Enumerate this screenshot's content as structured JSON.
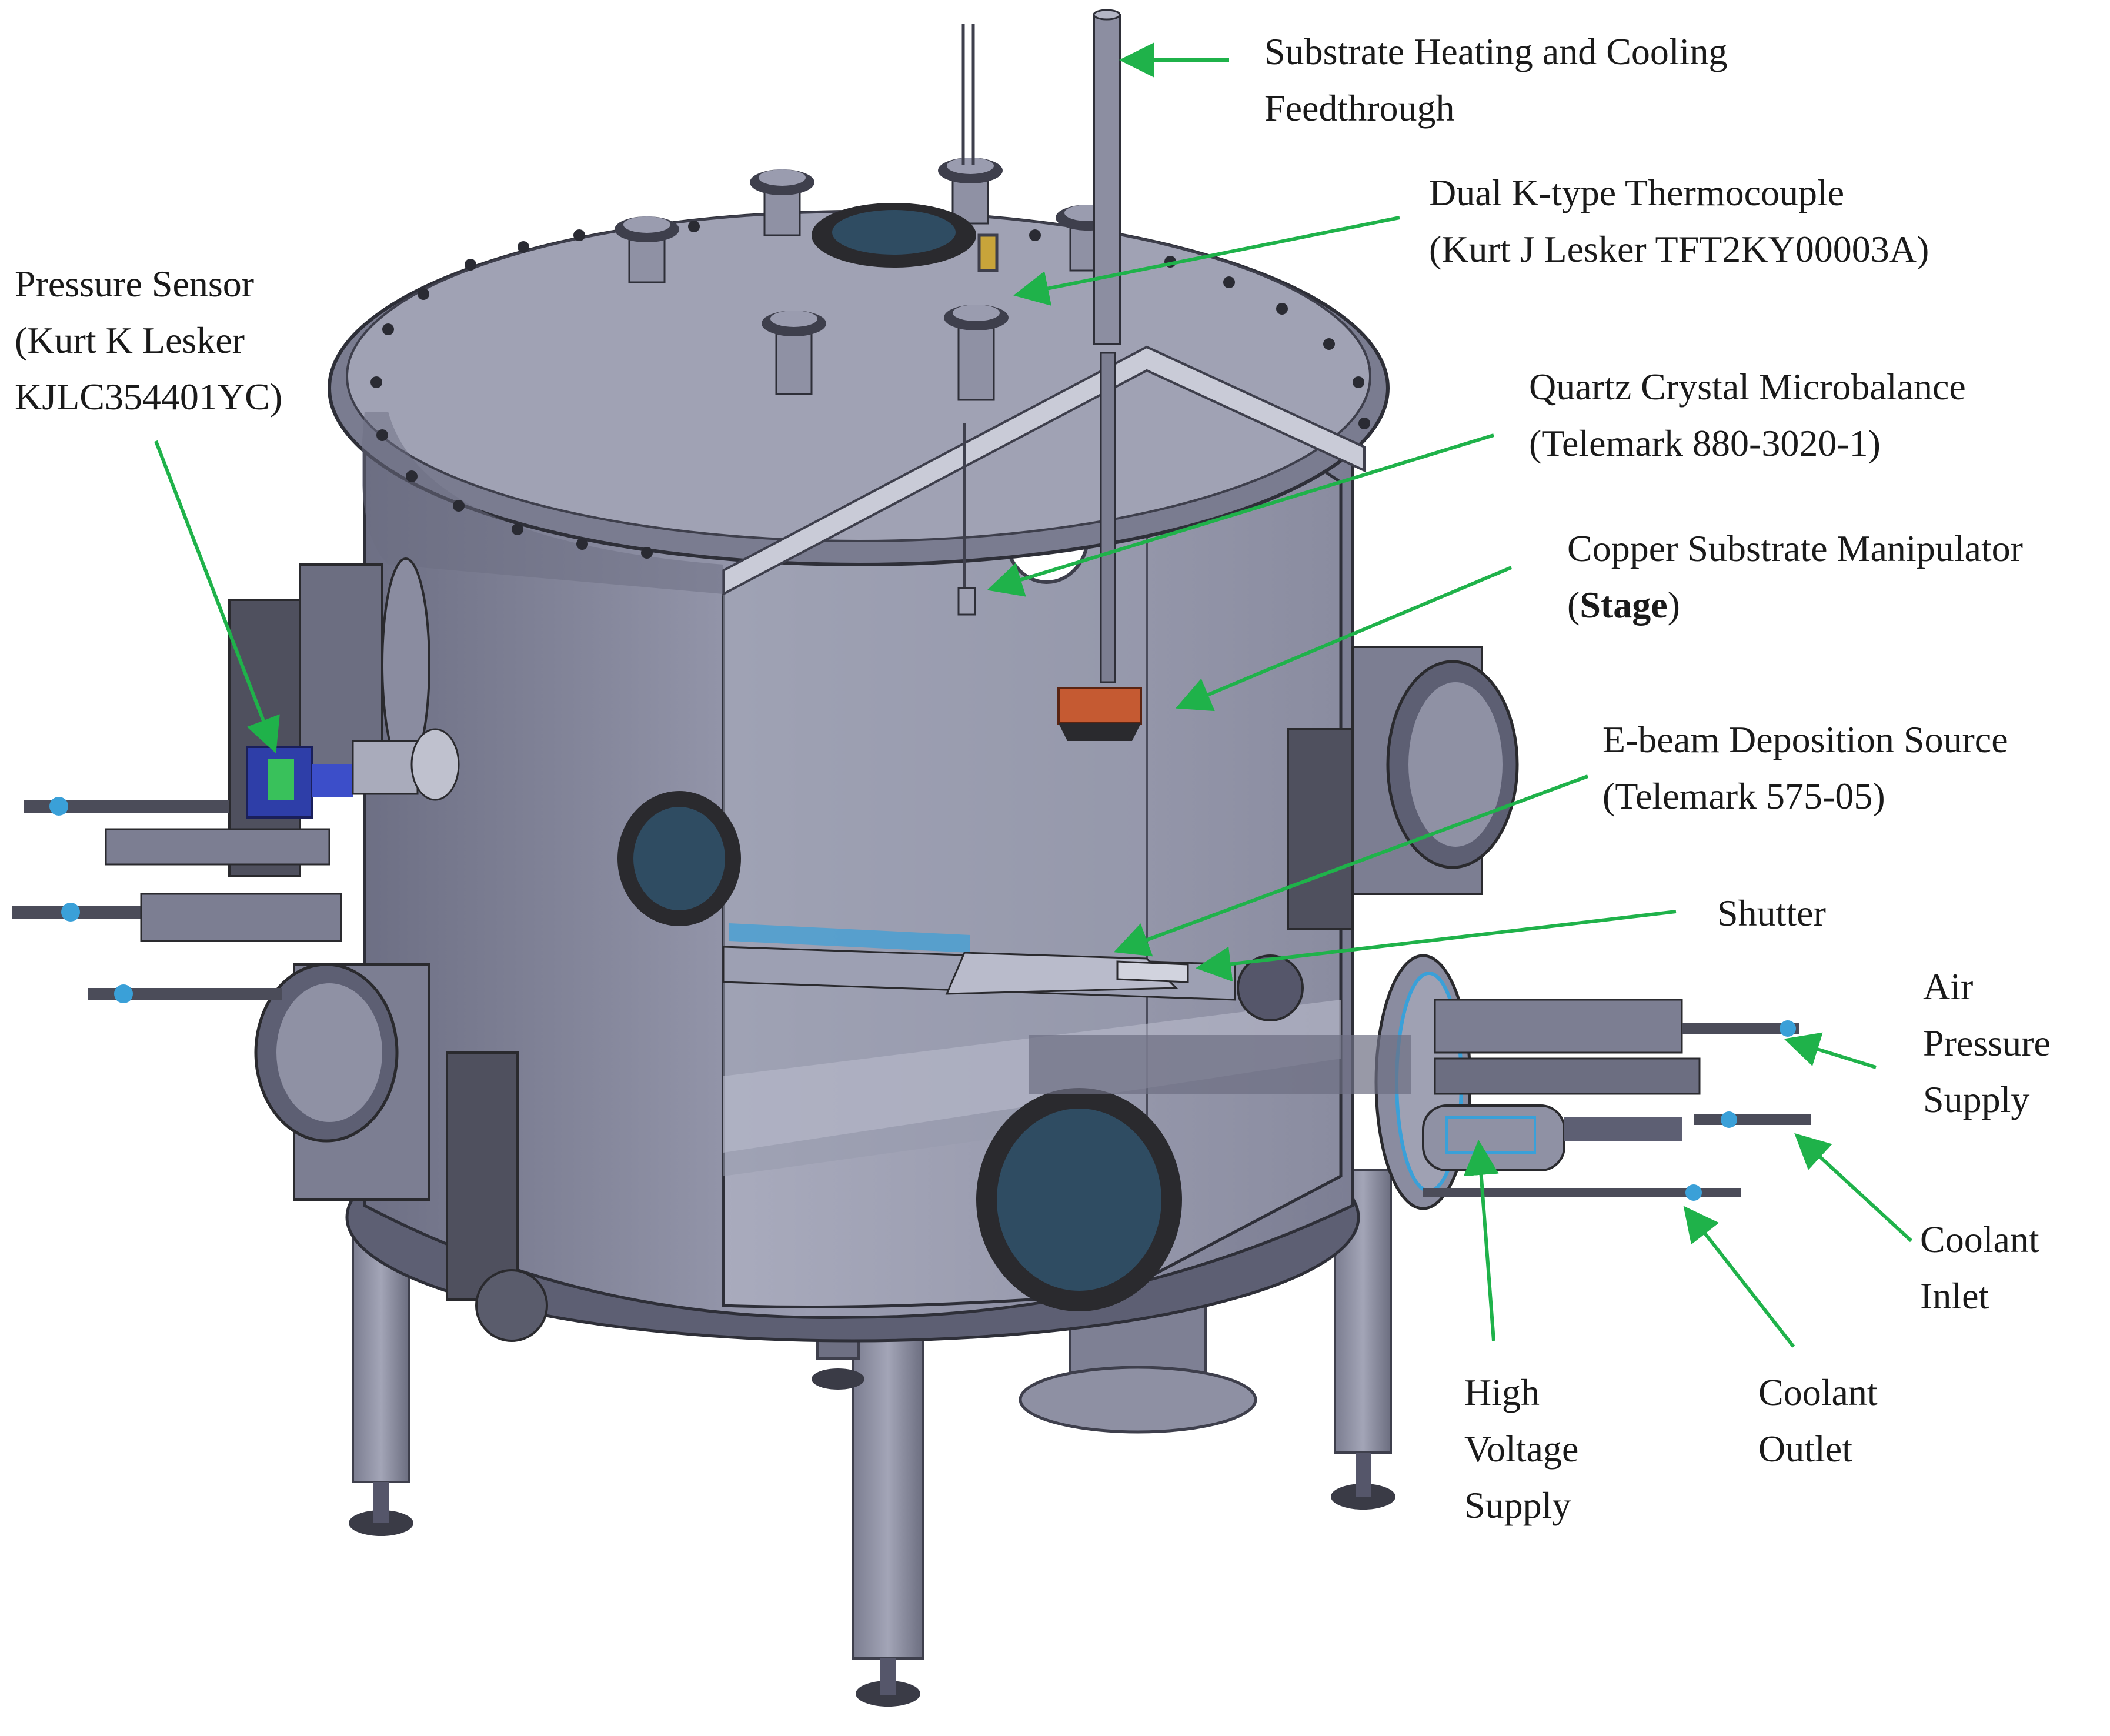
{
  "labels": {
    "substrate_feedthrough": {
      "line1": "Substrate Heating and Cooling",
      "line2": "Feedthrough"
    },
    "thermocouple": {
      "line1": "Dual K-type Thermocouple",
      "line2": "(Kurt J Lesker TFT2KY00003A)"
    },
    "pressure_sensor": {
      "line1": "Pressure Sensor",
      "line2": "(Kurt K Lesker",
      "line3": "KJLC354401YC)"
    },
    "qcm": {
      "line1": "Quartz Crystal Microbalance",
      "line2": "(Telemark 880-3020-1)"
    },
    "copper_manipulator": {
      "line1": "Copper Substrate Manipulator",
      "line2_open": "(",
      "line2_bold": "Stage",
      "line2_close": ")"
    },
    "ebeam": {
      "line1": "E-beam Deposition Source",
      "line2": "(Telemark 575-05)"
    },
    "shutter": {
      "line1": "Shutter"
    },
    "air_supply": {
      "line1": "Air",
      "line2": "Pressure",
      "line3": "Supply"
    },
    "coolant_inlet": {
      "line1": "Coolant",
      "line2": "Inlet"
    },
    "coolant_outlet": {
      "line1": "Coolant",
      "line2": "Outlet"
    },
    "high_voltage": {
      "line1": "High",
      "line2": "Voltage",
      "line3": "Supply"
    }
  },
  "colors": {
    "arrow": "#1fb24a",
    "chamber": "#8f91a6",
    "chamber_dark": "#5d5f73",
    "window": "#2f4c62",
    "flange": "#2a2a2e",
    "copper": "#c55a32",
    "blue_part": "#3aa0d8",
    "label_text": "#1a1a1a"
  }
}
